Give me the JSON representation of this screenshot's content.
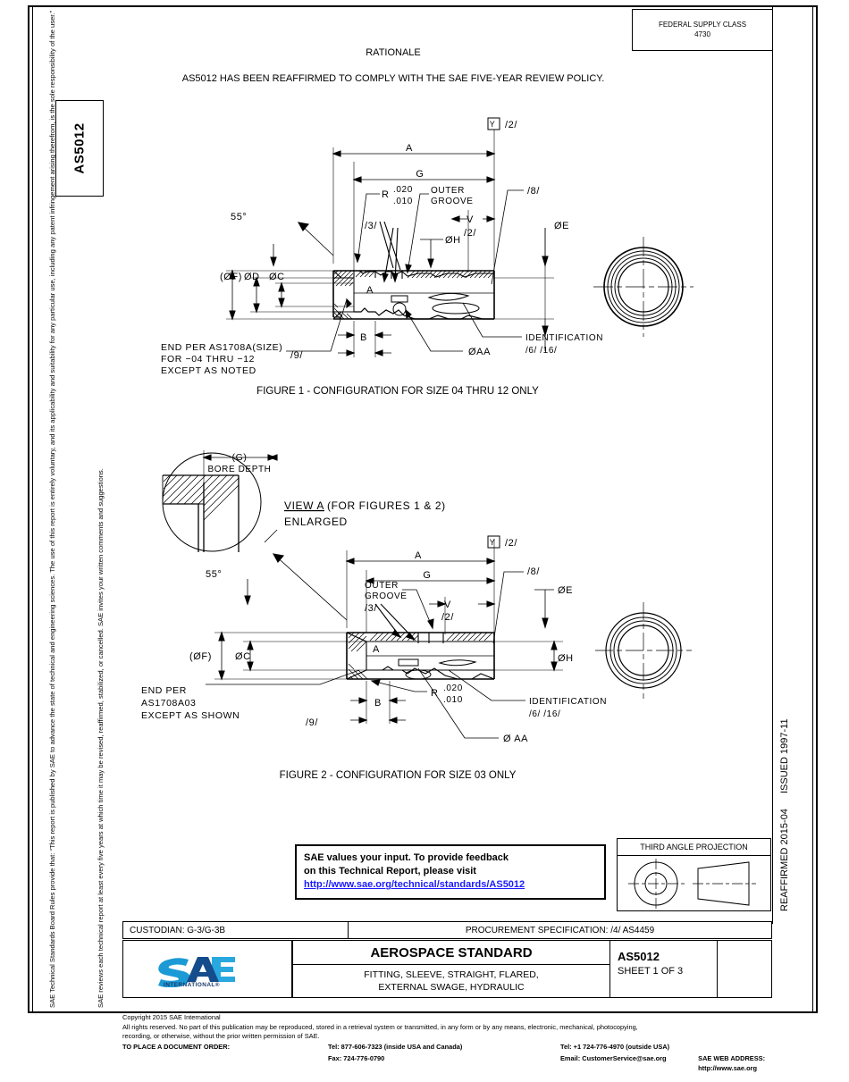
{
  "document": {
    "federal_supply_class": {
      "label": "FEDERAL SUPPLY CLASS",
      "value": "4730"
    },
    "tab_label": "AS5012",
    "issued": "ISSUED 1997-11",
    "reaffirmed": "REAFFIRMED 2015-04",
    "sidebar_paragraph_1": "SAE Technical Standards Board Rules provide that: “This report is published by SAE to advance the state of technical and engineering sciences. The use of this report is entirely voluntary, and its applicability and suitability for any particular use, including any patent infringement arising therefrom, is the sole responsibility of the user.”",
    "sidebar_paragraph_2": "SAE reviews each technical report at least every five years at which time it may be revised, reaffirmed, stabilized, or cancelled. SAE invites your written comments and suggestions."
  },
  "rationale": {
    "title": "RATIONALE",
    "body": "AS5012 HAS BEEN REAFFIRMED TO COMPLY WITH THE SAE FIVE-YEAR REVIEW POLICY."
  },
  "figure1": {
    "caption": "FIGURE 1 - CONFIGURATION FOR SIZE 04 THRU 12 ONLY",
    "labels": {
      "datum_y": "Y",
      "flag_2a": "/2/",
      "dim_a": "A",
      "dim_g": "G",
      "radius": "R",
      "radius_upper": ".020",
      "radius_lower": ".010",
      "outer_groove_l1": "OUTER",
      "outer_groove_l2": "GROOVE",
      "flag_3": "/3/",
      "flag_8": "/8/",
      "dia_h": "ØH",
      "dim_v": "V",
      "flag_2b": "/2/",
      "dia_e": "ØE",
      "angle": "55°",
      "dia_f": "(ØF)",
      "dia_d": "ØD",
      "dia_c": "ØC",
      "view_a": "A",
      "dim_b": "B",
      "flag_9": "/9/",
      "dia_aa": "ØAA",
      "identification": "IDENTIFICATION",
      "flags_6_16": "/6/  /16/",
      "note_l1": "END PER AS1708A(SIZE)",
      "note_l2": "FOR –04 THRU –12",
      "note_l3": "EXCEPT AS NOTED"
    }
  },
  "view_a": {
    "dim_g": "(G)",
    "bore_depth": "BORE DEPTH",
    "title_underlined": "VIEW A",
    "title_rest": " (FOR FIGURES 1 & 2)",
    "subtitle": "ENLARGED"
  },
  "figure2": {
    "caption": "FIGURE 2 - CONFIGURATION FOR SIZE 03 ONLY",
    "labels": {
      "datum_y": "Y",
      "flag_2a": "/2/",
      "dim_a": "A",
      "dim_g": "G",
      "outer_groove_l1": "OUTER",
      "outer_groove_l2": "GROOVE",
      "flag_3": "/3/",
      "flag_8": "/8/",
      "dim_v": "V",
      "flag_2b": "/2/",
      "dia_e": "ØE",
      "dia_h": "ØH",
      "angle": "55°",
      "dia_f": "(ØF)",
      "dia_c": "ØC",
      "view_a": "A",
      "dim_b": "B",
      "flag_9": "/9/",
      "radius": "R",
      "radius_upper": ".020",
      "radius_lower": ".010",
      "dia_aa": "Ø AA",
      "identification": "IDENTIFICATION",
      "flags_6_16": "/6/  /16/",
      "note_l1": "END PER",
      "note_l2": "AS1708A03",
      "note_l3": "EXCEPT AS SHOWN"
    }
  },
  "feedback": {
    "line1": "SAE values your input. To provide feedback",
    "line2": "on this Technical Report, please visit",
    "link": "http://www.sae.org/technical/standards/AS5012",
    "link_color": "#1a1aff"
  },
  "third_angle": {
    "title": "THIRD ANGLE PROJECTION"
  },
  "bottom": {
    "custodian": "CUSTODIAN: G-3/G-3B",
    "procurement": "PROCUREMENT SPECIFICATION: /4/ AS4459",
    "standard_title": "AEROSPACE STANDARD",
    "subtitle_l1": "FITTING, SLEEVE, STRAIGHT, FLARED,",
    "subtitle_l2": "EXTERNAL SWAGE, HYDRAULIC",
    "doc_number": "AS5012",
    "sheet": "SHEET 1 OF 3",
    "logo_text": "SAE",
    "logo_sub": "INTERNATIONAL®",
    "logo_color": "#1b9ad6"
  },
  "copyright": {
    "line1": "Copyright 2015 SAE International",
    "line2": "All rights reserved. No part of this publication may be reproduced, stored in a retrieval system or transmitted, in any form or by any means, electronic, mechanical, photocopying,",
    "line3": "recording, or otherwise, without the prior written permission of SAE.",
    "order_label": "TO PLACE A DOCUMENT ORDER:",
    "tel_inside": "Tel: 877-606-7323 (inside USA and Canada)",
    "fax": "Fax: 724-776-0790",
    "tel_outside": "Tel: +1 724-776-4970 (outside USA)",
    "email": "Email: CustomerService@sae.org",
    "web": "SAE WEB ADDRESS: http://www.sae.org"
  }
}
